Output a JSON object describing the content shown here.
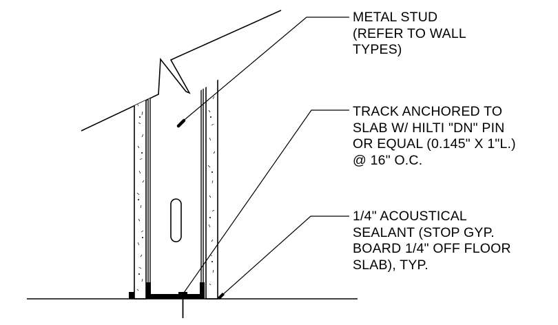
{
  "notes": {
    "metal_stud": "METAL STUD\n(REFER TO WALL\nTYPES)",
    "track_anchor": "TRACK ANCHORED TO\nSLAB W/ HILTI \"DN\" PIN\nOR EQUAL (0.145\" X 1\"L.)\n@ 16\" O.C.",
    "sealant": "1/4\" ACOUSTICAL\nSEALANT (STOP GYP.\nBOARD 1/4\" OFF FLOOR\nSLAB), TYP."
  },
  "colors": {
    "line": "#000000",
    "background": "#ffffff"
  }
}
